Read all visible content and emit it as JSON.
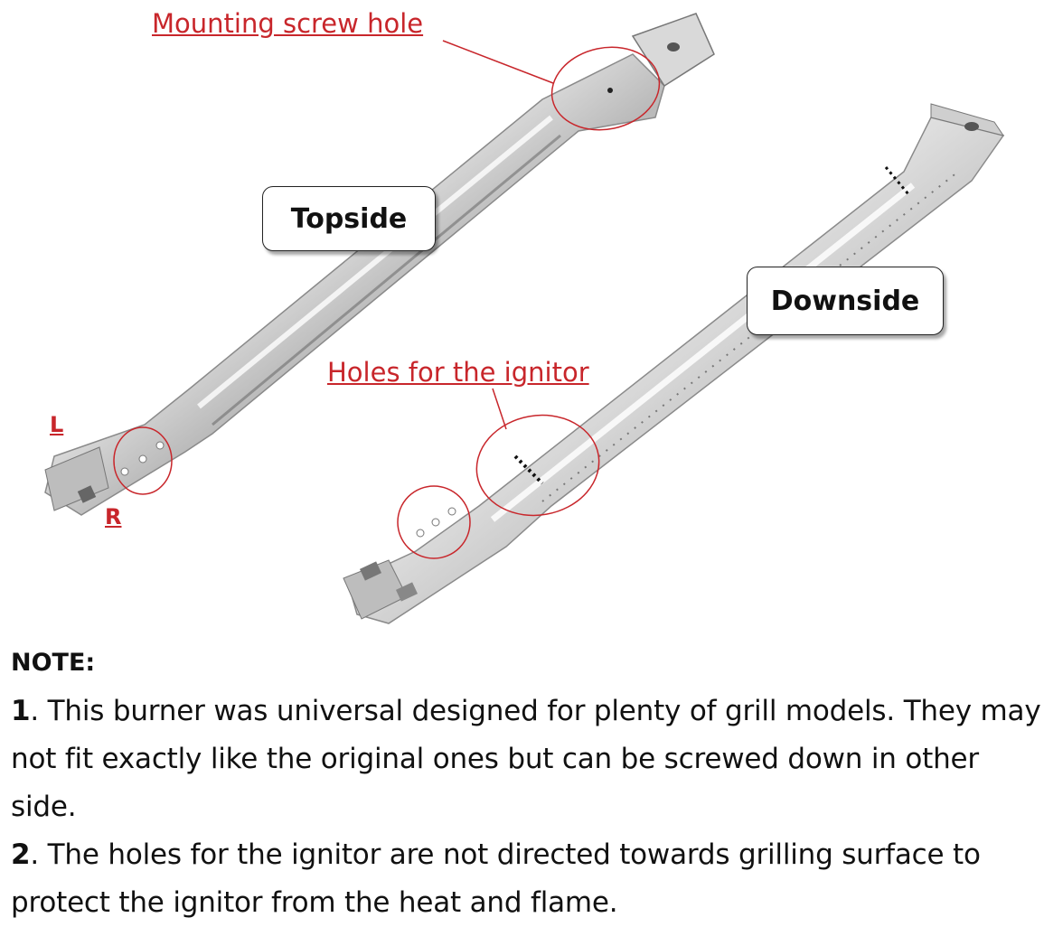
{
  "labels": {
    "mounting_screw_hole": "Mounting screw hole",
    "topside": "Topside",
    "downside": "Downside",
    "holes_for_ignitor": "Holes for the ignitor",
    "left": "L",
    "right": "R"
  },
  "note": {
    "heading": "NOTE:",
    "items": [
      {
        "number": "1",
        "text": ". This burner was universal designed for plenty of grill models. They may not fit exactly like the original ones but can be screwed down in other side."
      },
      {
        "number": "2",
        "text": ". The holes for the ignitor are not directed towards grilling surface to protect the ignitor from the heat and flame."
      }
    ]
  },
  "colors": {
    "annotation_red": "#c8262b",
    "steel_light": "#f2f2f2",
    "steel_dark": "#7d7d7d"
  }
}
